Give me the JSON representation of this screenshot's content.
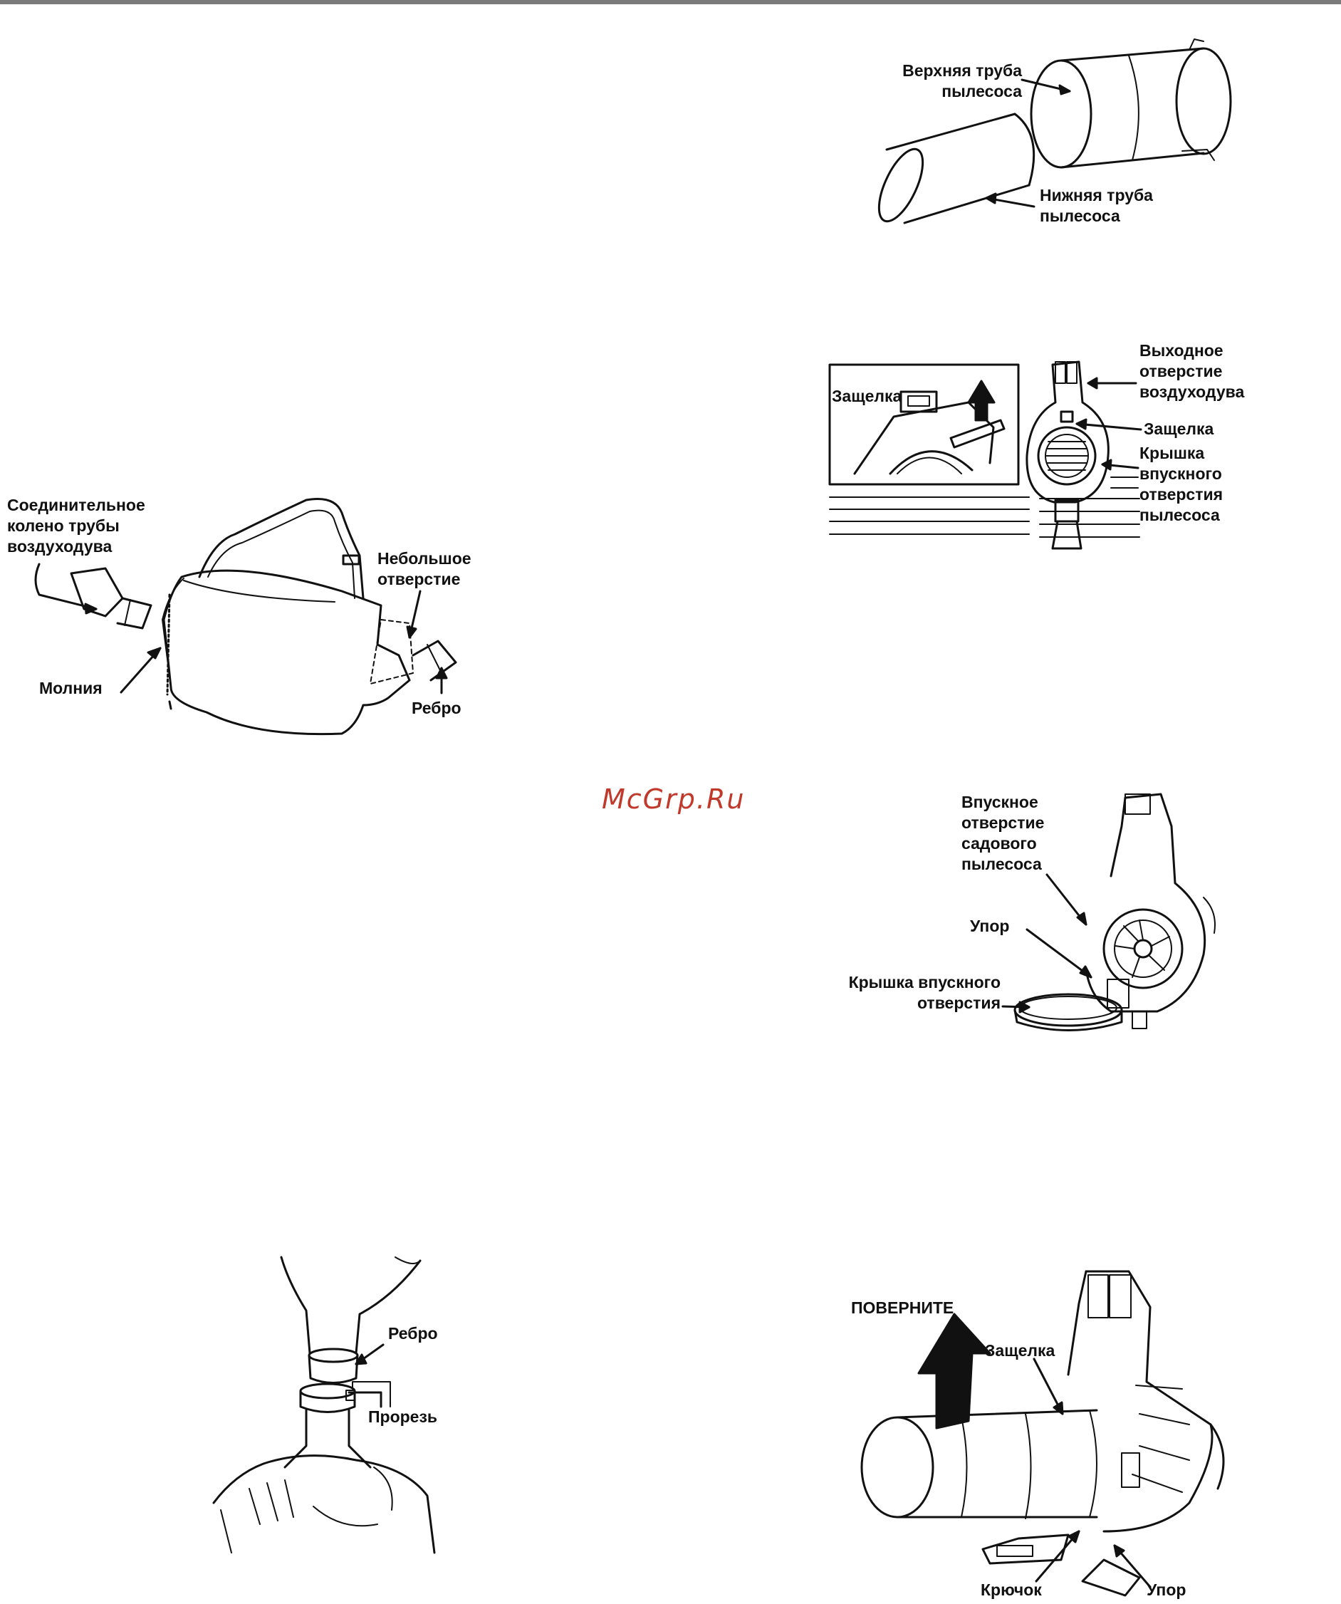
{
  "watermark": "McGrp.Ru",
  "figures": {
    "tubes": {
      "upper_tube": "Верхняя труба\nпылесоса",
      "lower_tube": "Нижняя труба\nпылесоса"
    },
    "latch": {
      "latch_inset": "Защелка",
      "outlet": "Выходное\nотверстие\nвоздуходува",
      "latch": "Защелка",
      "inlet_cover": "Крышка\nвпускного\nотверстия\nпылесоса"
    },
    "bag": {
      "elbow": "Соединительное\nколено трубы\nвоздуходува",
      "zipper": "Молния",
      "small_opening": "Небольшое\nотверстие",
      "rib": "Ребро"
    },
    "inlet": {
      "vacuum_inlet": "Впускное\nотверстие\nсадового\nпылесоса",
      "stop": "Упор",
      "inlet_cover": "Крышка впускного\nотверстия"
    },
    "rib_slot": {
      "rib": "Ребро",
      "slot": "Прорезь"
    },
    "rotate": {
      "rotate": "ПОВЕРНИТЕ",
      "latch": "Защелка",
      "hook": "Крючок",
      "stop": "Упор"
    }
  }
}
